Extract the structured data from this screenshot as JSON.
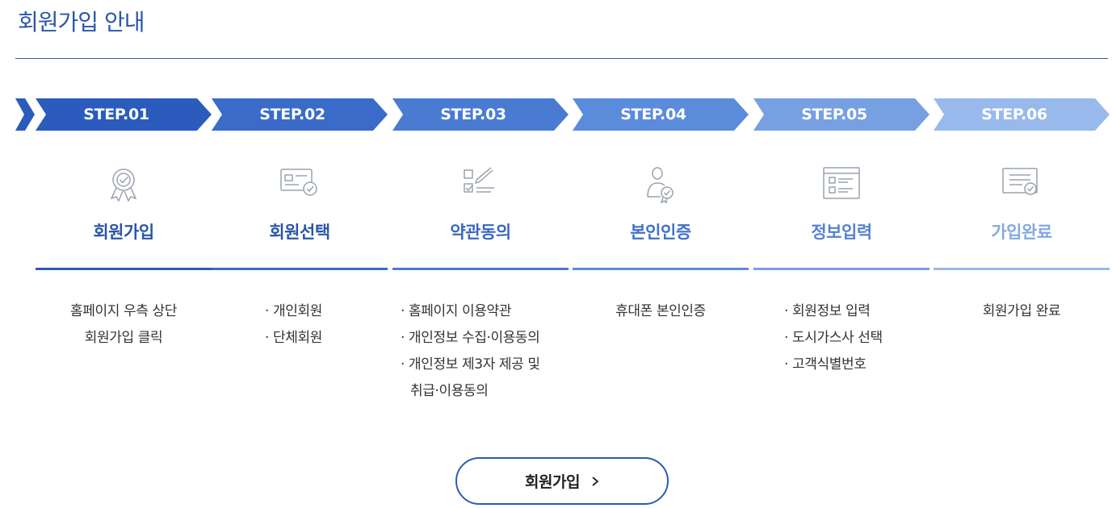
{
  "page": {
    "title": "회원가입 안내"
  },
  "steps": [
    {
      "label": "STEP.01",
      "name": "회원가입",
      "icon": "award-badge-icon",
      "color": "#2a5bbd",
      "name_color": "#2a56a8",
      "desc": [
        "홈페이지 우측 상단",
        "회원가입 클릭"
      ]
    },
    {
      "label": "STEP.02",
      "name": "회원선택",
      "icon": "id-card-check-icon",
      "color": "#3a6bc9",
      "name_color": "#2a56a8",
      "desc": [
        "· 개인회원",
        "· 단체회원"
      ]
    },
    {
      "label": "STEP.03",
      "name": "약관동의",
      "icon": "checklist-pen-icon",
      "color": "#4a7bd3",
      "name_color": "#3a68c0",
      "desc": [
        "· 홈페이지 이용약관",
        "· 개인정보 수집·이용동의",
        "· 개인정보 제3자 제공 및",
        "취급·이용동의"
      ]
    },
    {
      "label": "STEP.04",
      "name": "본인인증",
      "icon": "user-verified-icon",
      "color": "#5b8bdb",
      "name_color": "#3f70c8",
      "desc": [
        "휴대폰 본인인증"
      ]
    },
    {
      "label": "STEP.05",
      "name": "정보입력",
      "icon": "form-window-icon",
      "color": "#77a0e3",
      "name_color": "#5582d0",
      "desc": [
        "· 회원정보 입력",
        "· 도시가스사 선택",
        "· 고객식별번호"
      ]
    },
    {
      "label": "STEP.06",
      "name": "가입완료",
      "icon": "certificate-check-icon",
      "color": "#98b9ec",
      "name_color": "#86a8e3",
      "desc": [
        "회원가입 완료"
      ]
    }
  ],
  "button": {
    "label": "회원가입",
    "icon": "chevron-right-icon",
    "border_color": "#2d5cb0"
  },
  "colors": {
    "title": "#2a56a8",
    "rule": "#3d5a80",
    "icon_stroke": "#9aa3ad"
  }
}
